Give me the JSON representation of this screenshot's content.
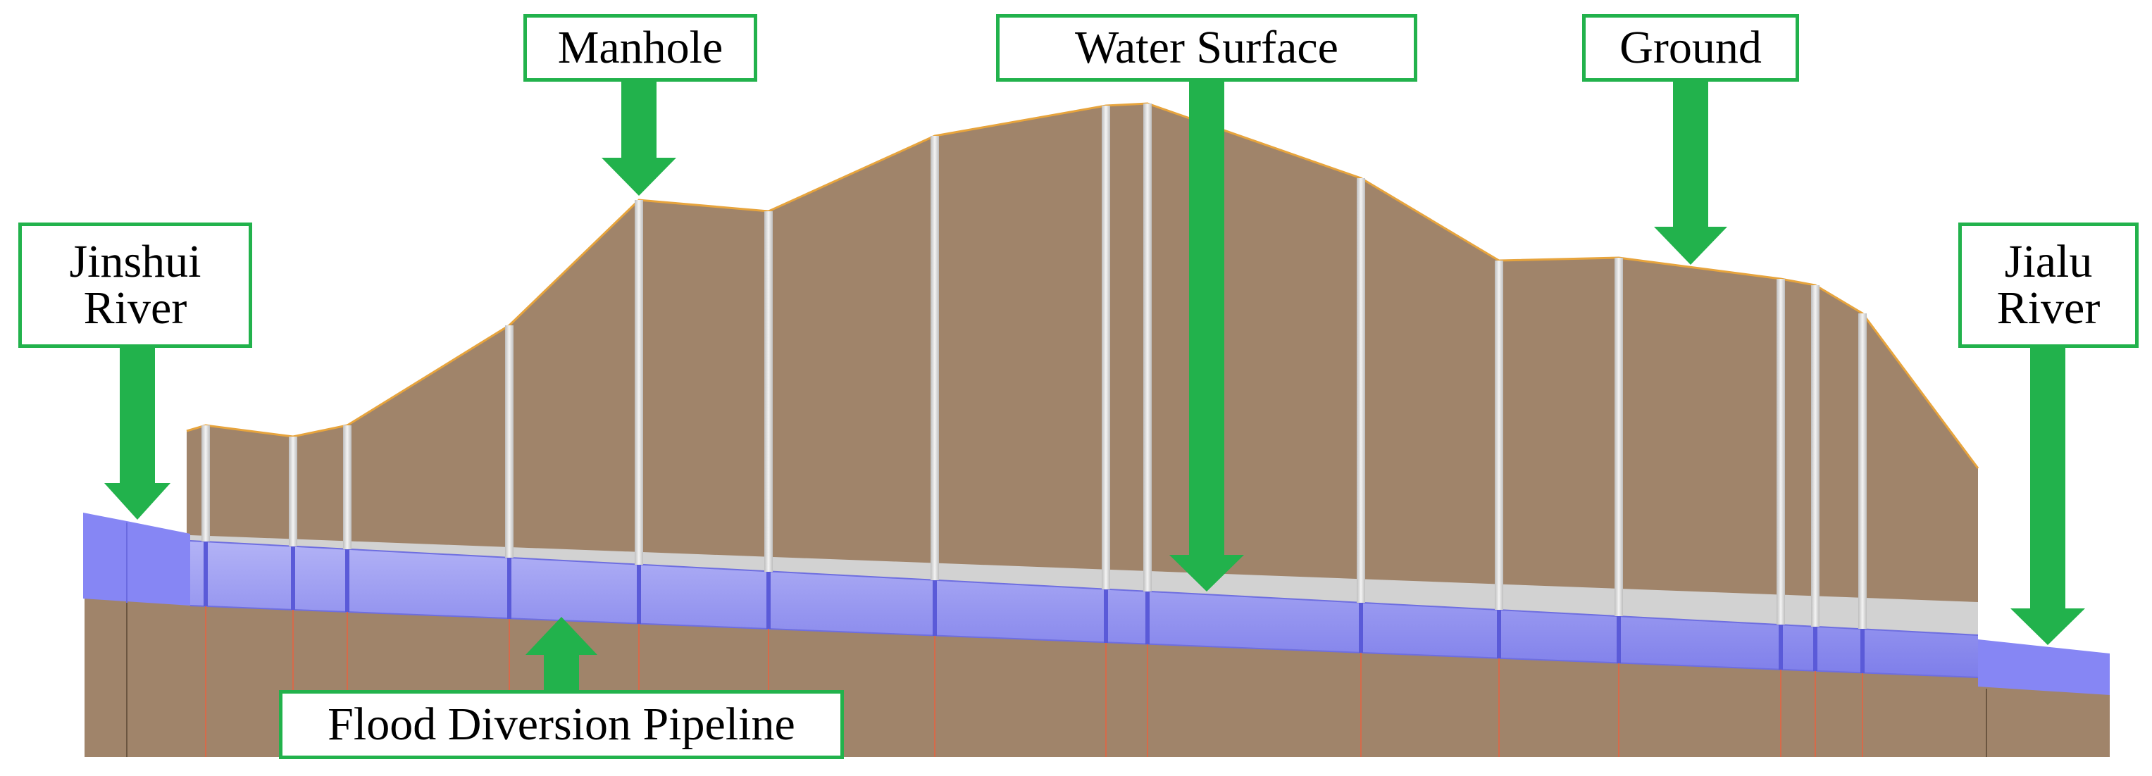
{
  "labels": {
    "manhole": "Manhole",
    "water_surface": "Water Surface",
    "ground": "Ground",
    "jinshui_river": [
      "Jinshui",
      "River"
    ],
    "jialu_river": [
      "Jialu",
      "River"
    ],
    "pipeline": "Flood Diversion Pipeline"
  },
  "colors": {
    "callout_green": "#22b24c",
    "soil": "#a0846a",
    "ground_line": "#e7a43d",
    "water": "#8e8ef2",
    "pipe_joint": "#5a5ad8",
    "manhole_shaft": "#e6e6e6",
    "pipe_air_gap": "#d2d2d2",
    "foundation_line": "#d66a4a"
  },
  "icons": [
    "down-arrow-icon",
    "up-arrow-icon"
  ]
}
